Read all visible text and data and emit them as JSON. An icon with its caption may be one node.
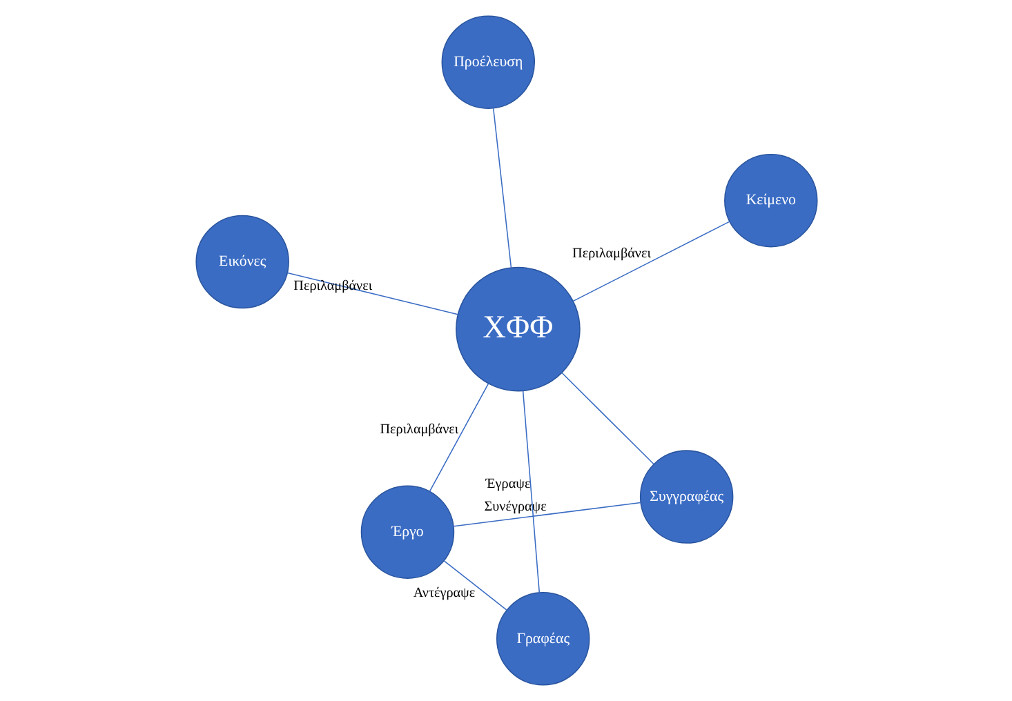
{
  "diagram": {
    "nodes": [
      {
        "text": [
          "Εικόνες"
        ]
      },
      {
        "text": [
          "Συγγραφέας"
        ]
      },
      {
        "text": [
          "Γραφέας"
        ]
      },
      {
        "text": [
          "ΧΦΦ"
        ]
      },
      {
        "text": [
          "Κείμενο"
        ]
      },
      {
        "text": [
          "Προέλευση"
        ]
      },
      {
        "text": [
          "Έργο"
        ]
      }
    ],
    "edges": [
      {
        "from": 3,
        "to": 0,
        "arrow": "none",
        "label": "Περιλαμβάνει"
      },
      {
        "from": 3,
        "to": 1,
        "arrow": "none"
      },
      {
        "from": 3,
        "to": 2,
        "arrow": "none",
        "label": "Έγραψε"
      },
      {
        "from": 1,
        "to": 6,
        "arrow": "none",
        "label": "Συνέγραψε"
      },
      {
        "from": 2,
        "to": 6,
        "arrow": "none",
        "label": "Αντέγραψε"
      },
      {
        "from": 3,
        "to": 4,
        "arrow": "none",
        "label": "Περιλαμβάνει"
      },
      {
        "from": 3,
        "to": 6,
        "arrow": "none",
        "label": "Περιλαμβάνει"
      },
      {
        "from": 3,
        "to": 5,
        "arrow": "none"
      }
    ]
  }
}
